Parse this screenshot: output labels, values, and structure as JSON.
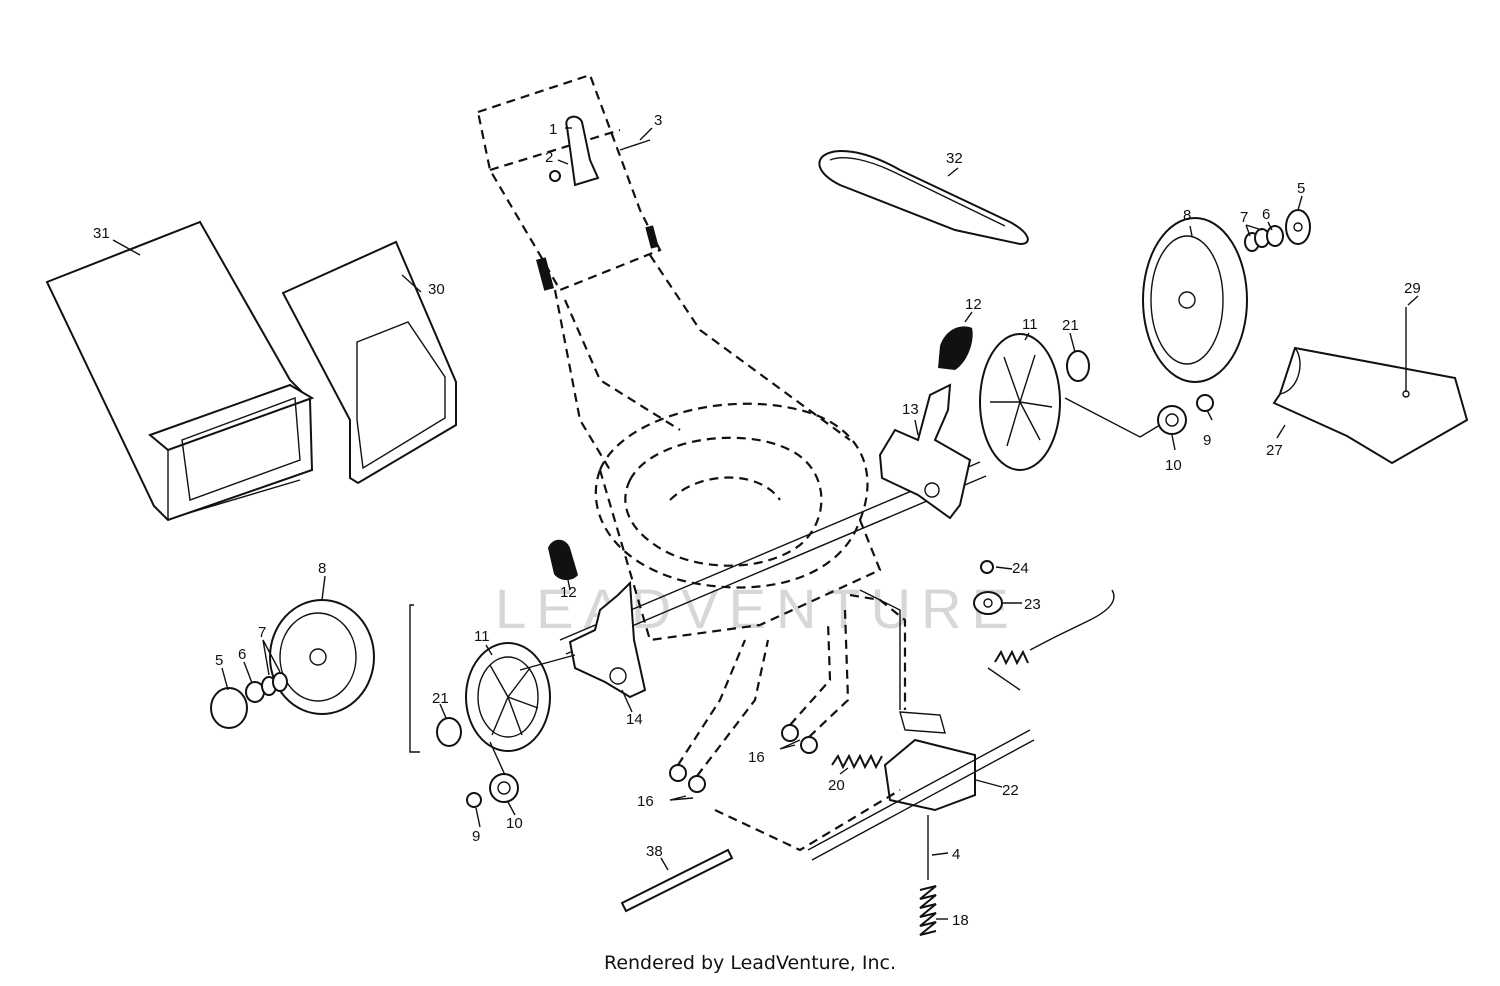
{
  "watermark": "LEADVENTURE",
  "footer": "Rendered by LeadVenture, Inc.",
  "callouts": {
    "c1": "1",
    "c2": "2",
    "c3": "3",
    "c4": "4",
    "c5a": "5",
    "c5b": "5",
    "c6a": "6",
    "c6b": "6",
    "c7a": "7",
    "c7b": "7",
    "c8a": "8",
    "c8b": "8",
    "c9a": "9",
    "c9b": "9",
    "c10a": "10",
    "c10b": "10",
    "c11a": "11",
    "c11b": "11",
    "c12a": "12",
    "c12b": "12",
    "c13": "13",
    "c14": "14",
    "c16a": "16",
    "c16b": "16",
    "c18": "18",
    "c20": "20",
    "c21a": "21",
    "c21b": "21",
    "c22": "22",
    "c23": "23",
    "c24": "24",
    "c27": "27",
    "c29": "29",
    "c30": "30",
    "c31": "31",
    "c32": "32",
    "c38": "38"
  },
  "parts": {
    "p1": "lever-icon",
    "p2": "nut-icon",
    "p3": "screw-icon",
    "p4": "cable-rod-icon",
    "p5": "hub-cap-icon",
    "p6": "nut-icon",
    "p7": "washer-icon",
    "p8": "wheel-icon",
    "p9": "retaining-ring-icon",
    "p10": "gear-icon",
    "p11": "drive-wheel-icon",
    "p12": "cap-icon",
    "p13": "height-adjuster-icon",
    "p14": "height-adjuster-icon",
    "p16": "nut-icon",
    "p18": "spring-icon",
    "p20": "spring-icon",
    "p21": "washer-icon",
    "p22": "transmission-icon",
    "p23": "pulley-icon",
    "p24": "nut-icon",
    "p27": "rear-flap-icon",
    "p29": "screw-icon",
    "p30": "bag-frame-icon",
    "p31": "grass-bag-icon",
    "p32": "belt-icon",
    "p38": "rod-icon"
  }
}
